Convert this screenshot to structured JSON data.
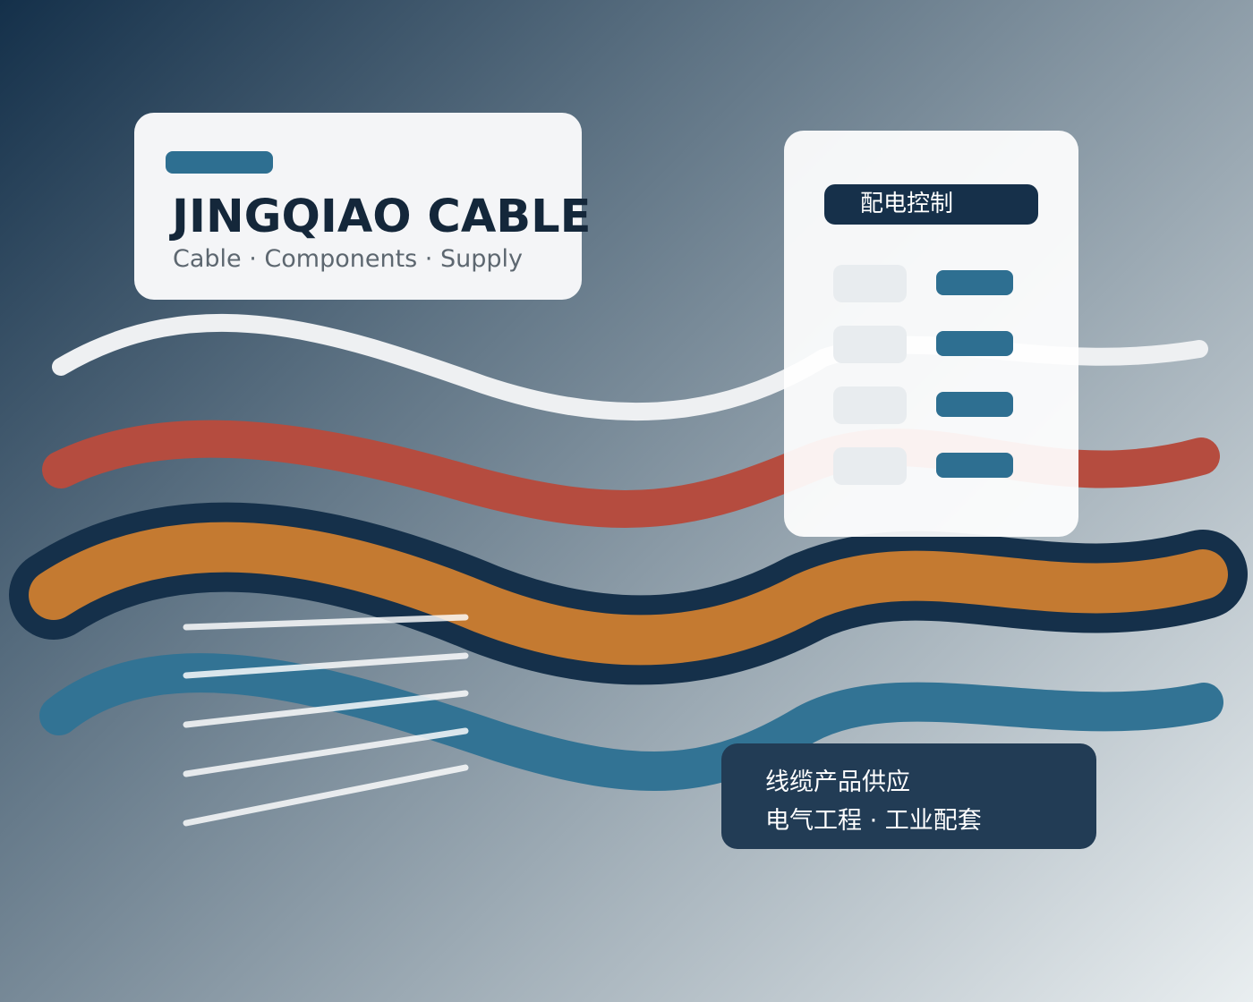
{
  "brand": {
    "title": "JINGQIAO CABLE",
    "subtitle": "Cable · Components · Supply"
  },
  "panel": {
    "header": "配电控制",
    "rows": 4
  },
  "info": {
    "line1": "线缆产品供应",
    "line2": "电气工程 · 工业配套"
  },
  "colors": {
    "background_dark": "#14304a",
    "background_light": "#e9eef0",
    "card": "#f4f5f7",
    "accent_blue": "#2e6f91",
    "navy": "#16304a",
    "cable_white": "#eef0f2",
    "cable_red": "#b54c3f",
    "cable_orange": "#c47a31",
    "cable_outline": "#15304a",
    "cable_blue": "#327394",
    "info_card": "#223c55"
  }
}
